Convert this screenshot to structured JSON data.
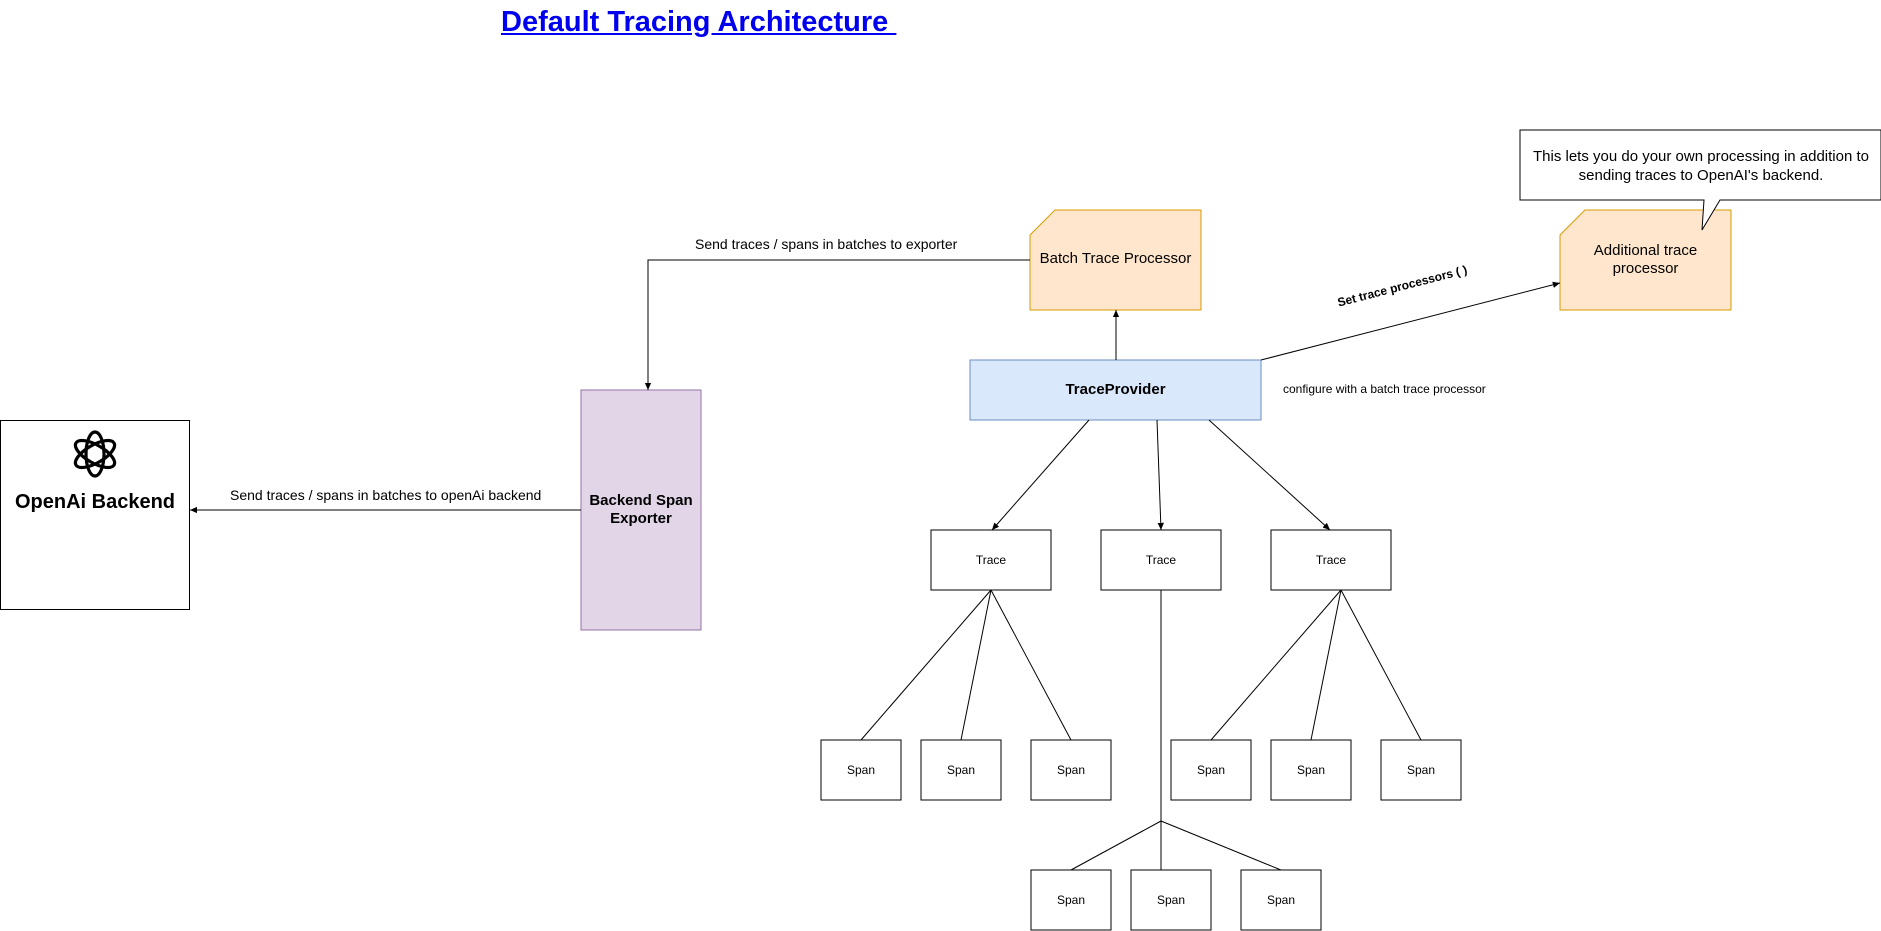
{
  "title": "Default Tracing Architecture ",
  "openai_backend": {
    "label": "OpenAi Backend",
    "icon": "openai-logo-icon"
  },
  "backend_span_exporter": {
    "label": "Backend Span Exporter",
    "fill": "#e1d5e7",
    "stroke": "#9673a6"
  },
  "trace_provider": {
    "label": "TraceProvider",
    "fill": "#dae8fc",
    "stroke": "#6c8ebf"
  },
  "batch_trace_processor": {
    "label": "Batch Trace Processor",
    "fill": "#ffe6cc",
    "stroke": "#d79b00"
  },
  "additional_trace_processor": {
    "label": "Additional trace processor",
    "fill": "#ffe6cc",
    "stroke": "#d79b00"
  },
  "callout": {
    "text": "This lets you do your own processing in addition to sending traces to OpenAI's backend."
  },
  "edge_labels": {
    "to_exporter": "Send traces / spans in batches to exporter",
    "to_backend": "Send traces / spans in batches to openAi backend",
    "set_processors": "Set trace processors ( )",
    "configure": "configure with a batch trace processor"
  },
  "traces": [
    "Trace",
    "Trace",
    "Trace"
  ],
  "spans": [
    "Span",
    "Span",
    "Span",
    "Span",
    "Span",
    "Span",
    "Span",
    "Span",
    "Span"
  ],
  "link_color": "#0000ee"
}
